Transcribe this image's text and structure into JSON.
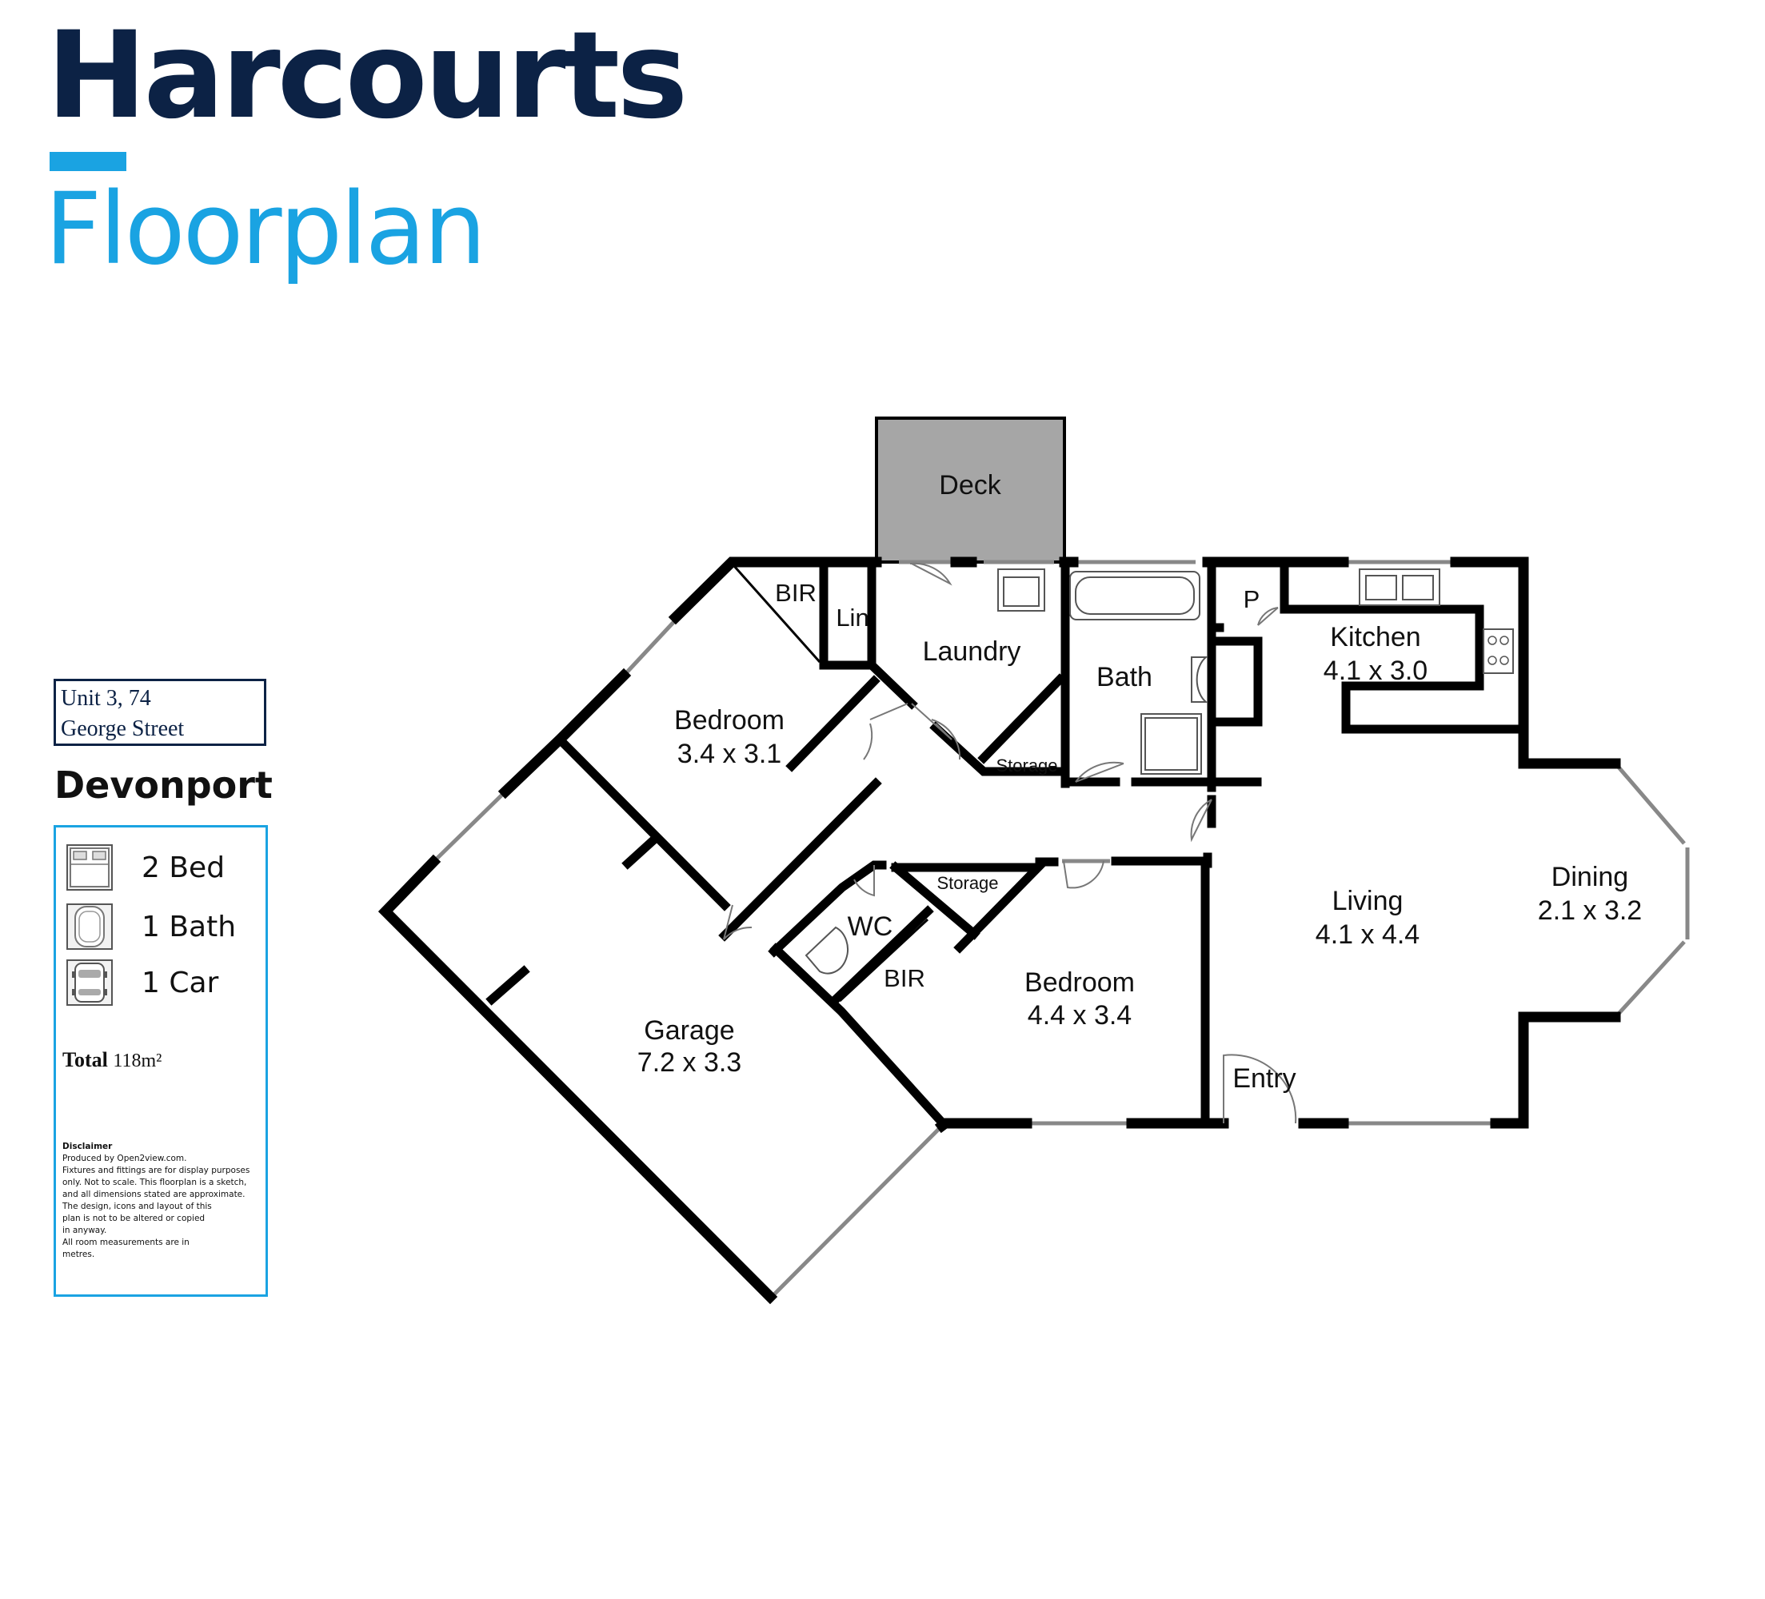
{
  "brand": {
    "name": "Harcourts",
    "subtitle": "Floorplan",
    "colors": {
      "navy": "#0c2245",
      "blue": "#1aa3e2"
    }
  },
  "address": {
    "line1": "Unit 3, 74",
    "line2": "George Street",
    "city": "Devonport"
  },
  "features": [
    {
      "icon": "bed-icon",
      "label": "2 Bed"
    },
    {
      "icon": "bath-icon",
      "label": "1 Bath"
    },
    {
      "icon": "car-icon",
      "label": "1 Car"
    }
  ],
  "total": {
    "label": "Total",
    "value": "118m²"
  },
  "disclaimer": {
    "title": "Disclaimer",
    "lines": [
      "Produced by Open2view.com.",
      "Fixtures and fittings are for display purposes",
      "only. Not to scale. This floorplan is a sketch,",
      "and all dimensions stated are approximate.",
      "The design, icons and layout of this",
      "plan is not to be altered or copied",
      "in anyway.",
      "All room measurements are in",
      "metres."
    ]
  },
  "rooms": {
    "deck": {
      "name": "Deck"
    },
    "bir_top": {
      "name": "BIR"
    },
    "lin": {
      "name": "Lin"
    },
    "laundry": {
      "name": "Laundry"
    },
    "bath": {
      "name": "Bath"
    },
    "pantry": {
      "name": "P"
    },
    "kitchen": {
      "name": "Kitchen",
      "dims": "4.1 x 3.0"
    },
    "storage_top": {
      "name": "Storage"
    },
    "bedroom1": {
      "name": "Bedroom",
      "dims": "3.4 x 3.1"
    },
    "storage_mid": {
      "name": "Storage"
    },
    "wc": {
      "name": "WC"
    },
    "bir_mid": {
      "name": "BIR"
    },
    "bedroom2": {
      "name": "Bedroom",
      "dims": "4.4 x 3.4"
    },
    "living": {
      "name": "Living",
      "dims": "4.1 x 4.4"
    },
    "dining": {
      "name": "Dining",
      "dims": "2.1 x 3.2"
    },
    "garage": {
      "name": "Garage",
      "dims": "7.2 x 3.3"
    },
    "entry": {
      "name": "Entry"
    }
  }
}
